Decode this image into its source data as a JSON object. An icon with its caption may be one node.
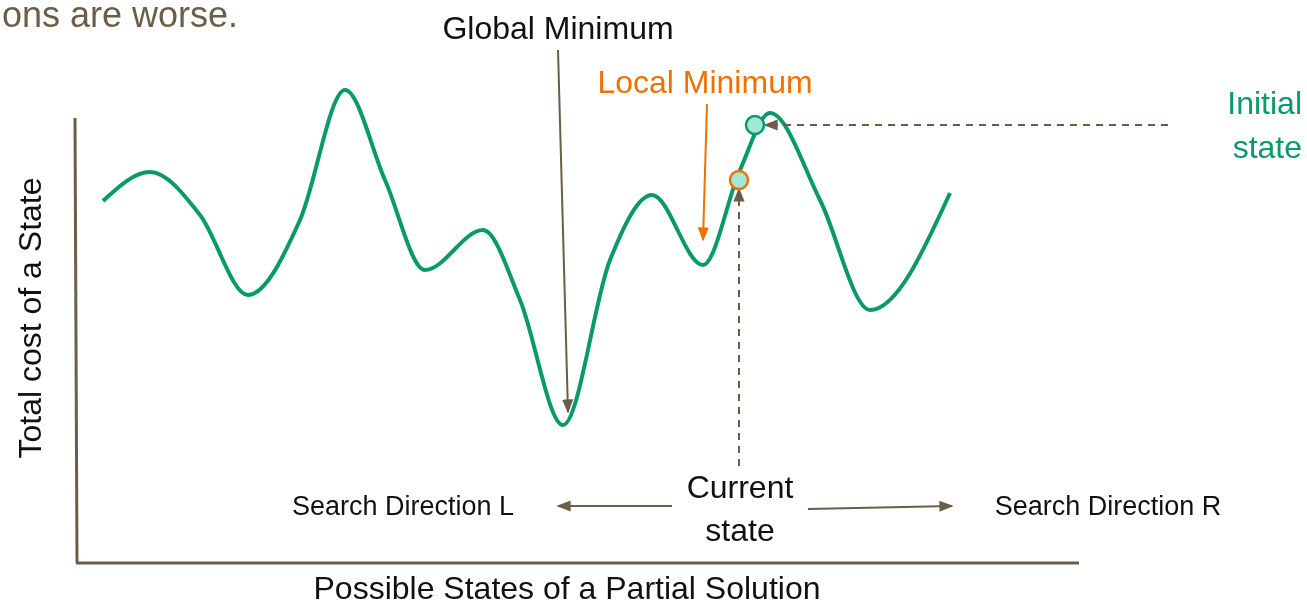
{
  "diagram": {
    "nodes": [
      {
        "text": [
          "Global Minimum"
        ]
      },
      {
        "text": [
          "Local Minimum"
        ]
      },
      {
        "text": [
          "Initial state"
        ]
      },
      {
        "text": [
          "Current state"
        ]
      },
      {
        "text": [
          "Search Direction L"
        ]
      },
      {
        "text": [
          "Search Direction R"
        ]
      },
      {
        "text": [],
        "shape": "circle"
      },
      {
        "text": [],
        "shape": "circle"
      }
    ],
    "edges": [
      {
        "from": 0,
        "to": null,
        "arrow": "to"
      },
      {
        "from": 1,
        "to": null,
        "arrow": "to",
        "color": "#f07000"
      },
      {
        "from": 2,
        "to": 6,
        "arrow": "to",
        "style": "dashed"
      },
      {
        "from": 3,
        "to": 7,
        "arrow": "to",
        "style": "dashed"
      },
      {
        "from": 3,
        "to": 4,
        "arrow": "to"
      },
      {
        "from": 3,
        "to": 5,
        "arrow": "to"
      }
    ],
    "labels": [
      "ons are worse.",
      "Total cost of a State",
      "Possible States of a Partial Solution"
    ]
  }
}
